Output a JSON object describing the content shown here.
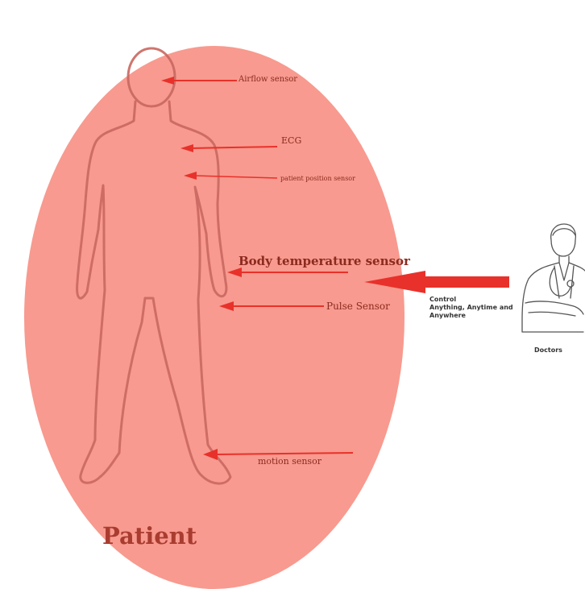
{
  "colors": {
    "patient_zone": "#f89a8f",
    "body_outline": "#c96860",
    "arrow": "#e8312a",
    "label_text": "#8c2a1f",
    "patient_label": "#a93c30",
    "doctor_text": "#333333"
  },
  "sensors": [
    {
      "id": "airflow",
      "label": "Airflow sensor"
    },
    {
      "id": "ecg",
      "label": "ECG"
    },
    {
      "id": "position",
      "label": "patient position sensor"
    },
    {
      "id": "bodytemp",
      "label": "Body temperature sensor"
    },
    {
      "id": "pulse",
      "label": "Pulse Sensor"
    },
    {
      "id": "motion",
      "label": "motion sensor"
    }
  ],
  "patient": {
    "label": "Patient"
  },
  "control": {
    "line1": "Control",
    "line2": "Anything, Anytime and",
    "line3": "Anywhere"
  },
  "doctor": {
    "label": "Doctors",
    "icon": "doctor-figure-icon"
  }
}
